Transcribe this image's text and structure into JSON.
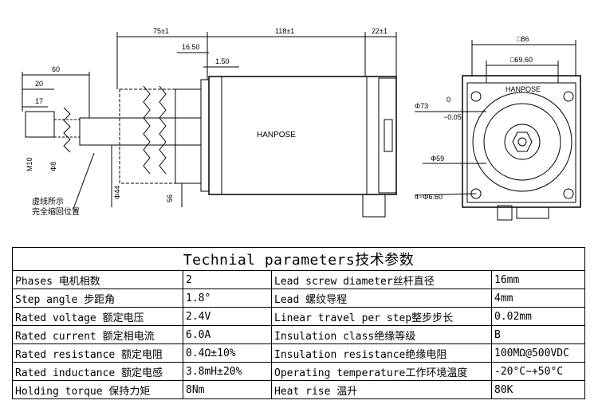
{
  "drawing": {
    "dims": {
      "len_75": "75±1",
      "len_118": "118±1",
      "len_22": "22±1",
      "len_16_50": "16.50",
      "len_1_50": "1.50",
      "len_60": "60",
      "len_20": "20",
      "len_17": "17",
      "thread_m10": "M10",
      "dia_8": "Φ8",
      "dia_44": "Φ44",
      "len_56": "56",
      "sq_86": "□86",
      "sq_69_60": "□69.60",
      "dia_73": "Φ73",
      "tol_0": "0",
      "tol_neg": "−0.05",
      "dia_59": "Φ59",
      "holes": "4−Φ6.60"
    },
    "brand_side": "HANPOSE",
    "brand_front": "HANPOSE",
    "note_line1": "虚线所示",
    "note_line2": "完全缩回位置"
  },
  "table": {
    "title": "Technial parameters技术参数",
    "rows": [
      {
        "label": "Phases 电机相数",
        "value": "2",
        "label2": "Lead screw diameter丝杆直径",
        "value2": "16mm"
      },
      {
        "label": "Step angle 步距角",
        "value": "1.8°",
        "label2": "Lead 螺纹导程",
        "value2": "4mm"
      },
      {
        "label": "Rated voltage 额定电压",
        "value": "2.4V",
        "label2": "Linear travel per step整步步长",
        "value2": "0.02mm"
      },
      {
        "label": "Rated current 额定相电流",
        "value": "6.0A",
        "label2": "Insulation class绝缘等级",
        "value2": "B"
      },
      {
        "label": "Rated resistance 额定电阻",
        "value": "0.4Ω±10%",
        "label2": "Insulation resistance绝缘电阻",
        "value2": "100MΩ@500VDC"
      },
      {
        "label": "Rated inductance 额定电感",
        "value": "3.8mH±20%",
        "label2": "Operating temperature工作环境温度",
        "value2": "-20°C~+50°C"
      },
      {
        "label": "Holding torque 保持力矩",
        "value": "8Nm",
        "label2": "Heat rise 温升",
        "value2": "80K"
      }
    ]
  }
}
